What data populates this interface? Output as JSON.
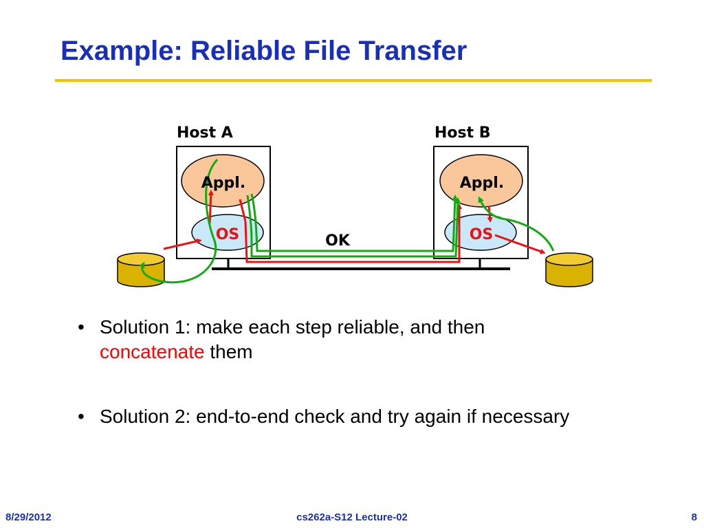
{
  "slide": {
    "title": "Example: Reliable File Transfer"
  },
  "diagram": {
    "host_a_label": "Host A",
    "host_b_label": "Host B",
    "appl_label_a": "Appl.",
    "appl_label_b": "Appl.",
    "os_label_a": "OS",
    "os_label_b": "OS",
    "ok_label": "OK",
    "colors": {
      "appl_fill": "#f9c79a",
      "os_fill": "#c9e9f9",
      "disk_fill": "#d9b300",
      "red_path": "#ee1111",
      "green_path": "#11aa11",
      "os_text": "#ee1111"
    }
  },
  "bullets": {
    "marker": "•",
    "item1_text": "Solution 1: make each step reliable, and then",
    "item1_highlight": "concatenate",
    "item1_tail": " them",
    "item2_text": "Solution 2: end-to-end check and try again if necessary"
  },
  "footer": {
    "date": "8/29/2012",
    "course": "cs262a-S12 Lecture-02",
    "page": "8"
  }
}
